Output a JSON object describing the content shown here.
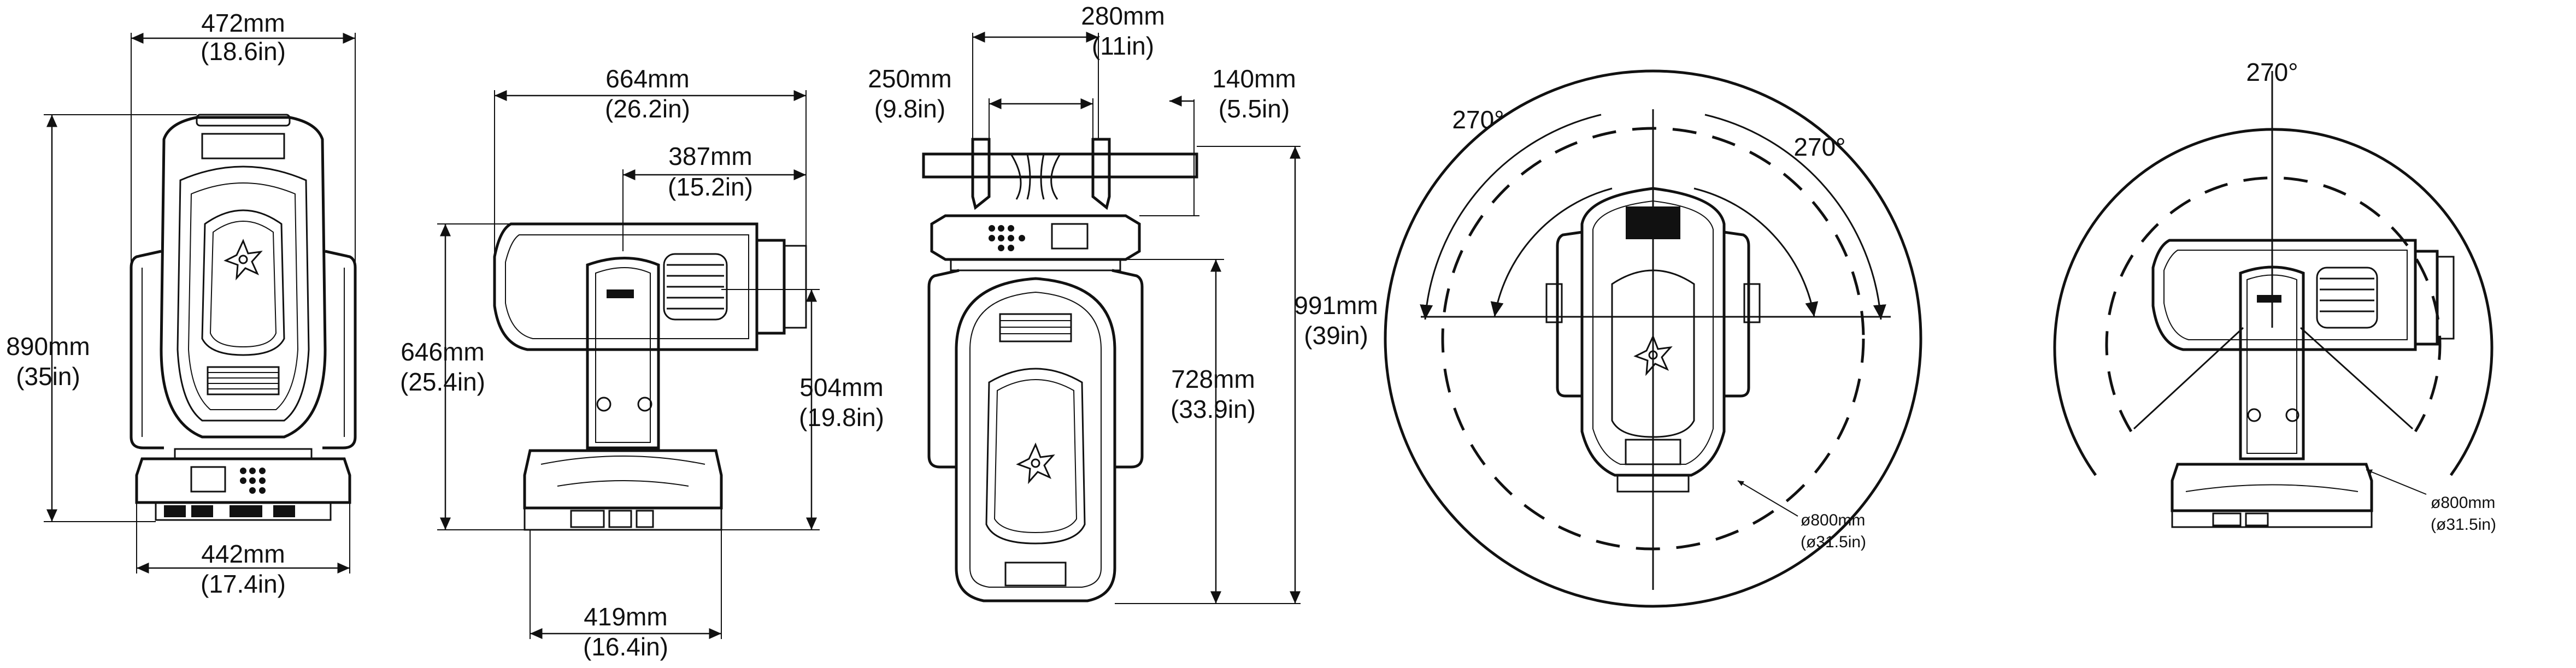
{
  "front_view": {
    "width_mm": "472mm",
    "width_in": "(18.6in)",
    "height_mm": "890mm",
    "height_in": "(35in)",
    "base_mm": "442mm",
    "base_in": "(17.4in)"
  },
  "side_view": {
    "depth_mm": "664mm",
    "depth_in": "(26.2in)",
    "head_mm": "387mm",
    "head_in": "(15.2in)",
    "height_mm": "646mm",
    "height_in": "(25.4in)",
    "axis_mm": "504mm",
    "axis_in": "(19.8in)",
    "base_mm": "419mm",
    "base_in": "(16.4in)"
  },
  "clamp_view": {
    "clamp_mm": "280mm",
    "clamp_in": "(11in)",
    "bracket_mm": "250mm",
    "bracket_in": "(9.8in)",
    "offset_mm": "140mm",
    "offset_in": "(5.5in)",
    "total_mm": "991mm",
    "total_in": "(39in)",
    "body_mm": "728mm",
    "body_in": "(33.9in)"
  },
  "pan_view": {
    "angle_left": "270°",
    "angle_right": "270°",
    "diameter_mm": "ø800mm",
    "diameter_in": "(ø31.5in)"
  },
  "tilt_view": {
    "angle_top": "270°",
    "diameter_mm": "ø800mm",
    "diameter_in": "(ø31.5in)"
  }
}
